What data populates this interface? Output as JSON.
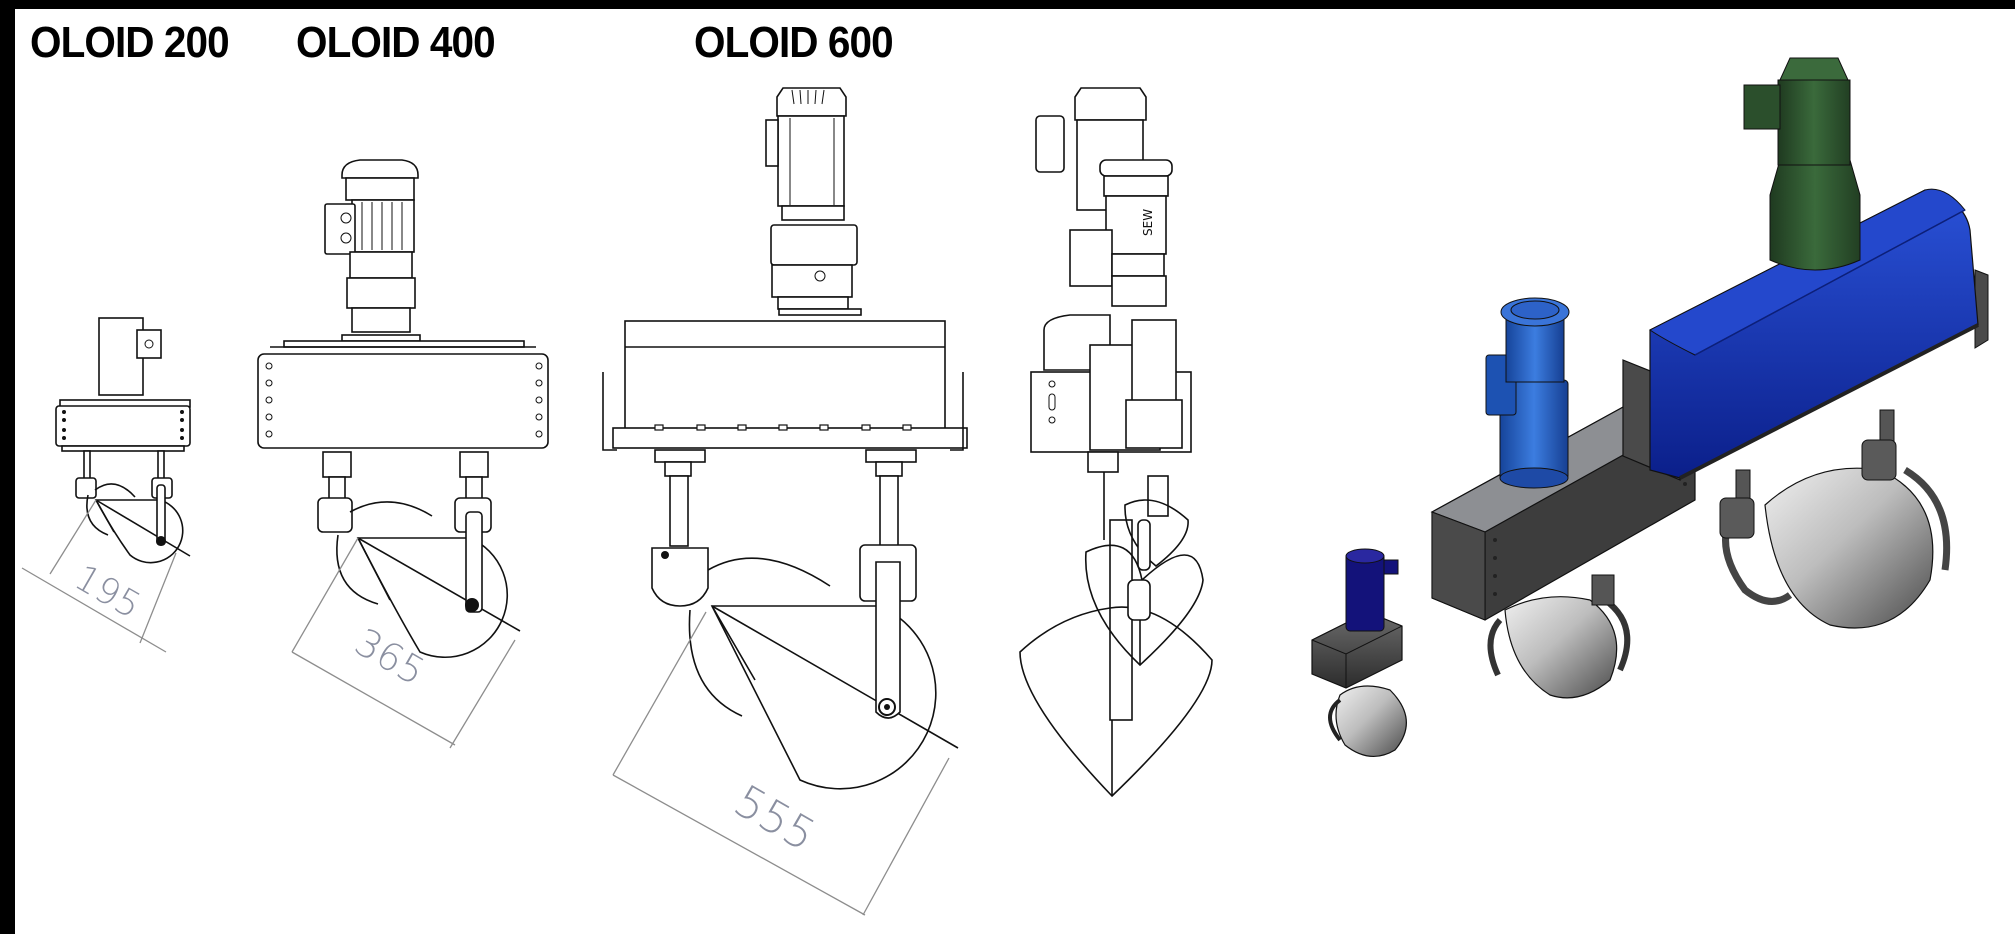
{
  "figure": {
    "labels": [
      {
        "id": "oloid-200",
        "text": "OLOID 200"
      },
      {
        "id": "oloid-400",
        "text": "OLOID 400"
      },
      {
        "id": "oloid-600",
        "text": "OLOID 600"
      }
    ],
    "drawings": [
      {
        "model": "OLOID 200",
        "view": "front",
        "dimension": "195"
      },
      {
        "model": "OLOID 400",
        "view": "front",
        "dimension": "365"
      },
      {
        "model": "OLOID 600",
        "view": "front",
        "dimension": "555"
      },
      {
        "model": "OLOID 600",
        "view": "side"
      }
    ],
    "renders": [
      {
        "model": "OLOID 200",
        "motor_color": "#13127a"
      },
      {
        "model": "OLOID 400",
        "motor_color": "#1f5fc0"
      },
      {
        "model": "OLOID 600",
        "motor_color": "#2f5530",
        "housing_color": "#1634b8"
      }
    ],
    "side_view_motor_mark": "SEW",
    "colors": {
      "border": "#000000",
      "background": "#ffffff",
      "line": "#111111",
      "dimension_line": "#8d8d8d",
      "dimension_text": "#8a8fa0",
      "steel": "#9a9a9a",
      "dark_steel": "#3a3a3a"
    }
  }
}
